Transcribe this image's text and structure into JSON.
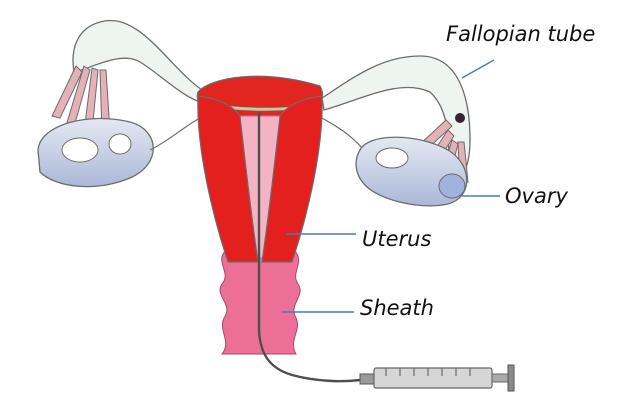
{
  "labels": {
    "fallopian_tube": "Fallopian tube",
    "ovary": "Ovary",
    "uterus": "Uterus",
    "sheath": "Sheath"
  },
  "colors": {
    "background": "#ffffff",
    "uterus_wall": "#e4201f",
    "uterus_top": "#e0261e",
    "cervix": "#ec6f97",
    "cavity": "#f4b3c4",
    "tube": "#eef4ef",
    "ovary": "#c9d3e8",
    "fimbriae": "#e5b1b8",
    "outline": "#6c6c6c",
    "leader_line": "#3d7fbf",
    "syringe": "#b9b9b9",
    "catheter": "#4f4f4f"
  },
  "icons": [
    "uterus-diagram",
    "syringe-icon"
  ]
}
